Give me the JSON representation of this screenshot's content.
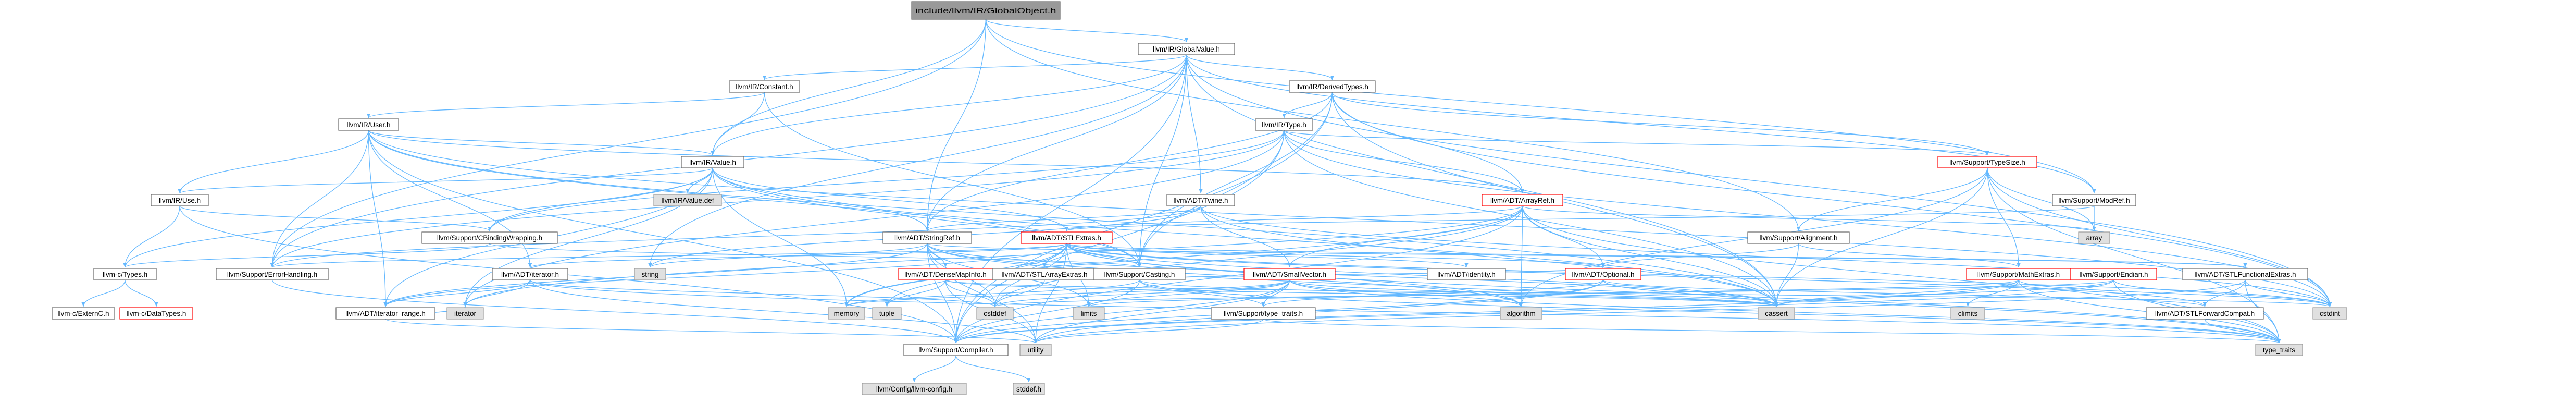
{
  "colors": {
    "edge": "#63b8ff",
    "node_fill": "#ffffff",
    "node_stroke": "#666666",
    "root_fill": "#999999",
    "root_stroke": "#666666",
    "external_fill": "#e0e0e0",
    "external_stroke": "#999999",
    "truncated_stroke": "#ff0000"
  },
  "nodes": [
    {
      "id": "root",
      "label": "include/llvm/IR/GlobalObject.h",
      "kind": "root"
    },
    {
      "id": "globalvalue",
      "label": "llvm/IR/GlobalValue.h",
      "kind": "normal"
    },
    {
      "id": "constant",
      "label": "llvm/IR/Constant.h",
      "kind": "normal"
    },
    {
      "id": "derivedtypes",
      "label": "llvm/IR/DerivedTypes.h",
      "kind": "normal"
    },
    {
      "id": "user",
      "label": "llvm/IR/User.h",
      "kind": "normal"
    },
    {
      "id": "type",
      "label": "llvm/IR/Type.h",
      "kind": "normal"
    },
    {
      "id": "value",
      "label": "llvm/IR/Value.h",
      "kind": "normal"
    },
    {
      "id": "typesize",
      "label": "llvm/Support/TypeSize.h",
      "kind": "truncated"
    },
    {
      "id": "use",
      "label": "llvm/IR/Use.h",
      "kind": "normal"
    },
    {
      "id": "valuedef",
      "label": "llvm/IR/Value.def",
      "kind": "external"
    },
    {
      "id": "twine",
      "label": "llvm/ADT/Twine.h",
      "kind": "normal"
    },
    {
      "id": "arrayref",
      "label": "llvm/ADT/ArrayRef.h",
      "kind": "truncated"
    },
    {
      "id": "modref",
      "label": "llvm/Support/ModRef.h",
      "kind": "normal"
    },
    {
      "id": "cbindingmapping",
      "label": "llvm/Support/CBindingWrapping.h",
      "kind": "normal"
    },
    {
      "id": "stringref",
      "label": "llvm/ADT/StringRef.h",
      "kind": "normal"
    },
    {
      "id": "stlextras",
      "label": "llvm/ADT/STLExtras.h",
      "kind": "truncated"
    },
    {
      "id": "alignment",
      "label": "llvm/Support/Alignment.h",
      "kind": "normal"
    },
    {
      "id": "array",
      "label": "array",
      "kind": "external"
    },
    {
      "id": "ctypes",
      "label": "llvm-c/Types.h",
      "kind": "normal"
    },
    {
      "id": "errorhandling",
      "label": "llvm/Support/ErrorHandling.h",
      "kind": "normal"
    },
    {
      "id": "adtiterator",
      "label": "llvm/ADT/iterator.h",
      "kind": "normal"
    },
    {
      "id": "string",
      "label": "string",
      "kind": "external"
    },
    {
      "id": "densemapinfo",
      "label": "llvm/ADT/DenseMapInfo.h",
      "kind": "truncated"
    },
    {
      "id": "stlarrayextras",
      "label": "llvm/ADT/STLArrayExtras.h",
      "kind": "normal"
    },
    {
      "id": "smallvector",
      "label": "llvm/ADT/SmallVector.h",
      "kind": "truncated"
    },
    {
      "id": "casting",
      "label": "llvm/Support/Casting.h",
      "kind": "normal"
    },
    {
      "id": "adtidentity",
      "label": "llvm/ADT/identity.h",
      "kind": "normal"
    },
    {
      "id": "optional",
      "label": "llvm/ADT/Optional.h",
      "kind": "truncated"
    },
    {
      "id": "mathextras",
      "label": "llvm/Support/MathExtras.h",
      "kind": "truncated"
    },
    {
      "id": "endian",
      "label": "llvm/Support/Endian.h",
      "kind": "truncated"
    },
    {
      "id": "stlfunctionalextras",
      "label": "llvm/ADT/STLFunctionalExtras.h",
      "kind": "normal"
    },
    {
      "id": "externc",
      "label": "llvm-c/ExternC.h",
      "kind": "normal"
    },
    {
      "id": "datatypes",
      "label": "llvm-c/DataTypes.h",
      "kind": "truncated"
    },
    {
      "id": "iteratorrange",
      "label": "llvm/ADT/iterator_range.h",
      "kind": "normal"
    },
    {
      "id": "iterator",
      "label": "iterator",
      "kind": "external"
    },
    {
      "id": "memory",
      "label": "memory",
      "kind": "external"
    },
    {
      "id": "tuple",
      "label": "tuple",
      "kind": "external"
    },
    {
      "id": "cstddef",
      "label": "cstddef",
      "kind": "external"
    },
    {
      "id": "limits",
      "label": "limits",
      "kind": "external"
    },
    {
      "id": "algorithm",
      "label": "algorithm",
      "kind": "external"
    },
    {
      "id": "cassert",
      "label": "cassert",
      "kind": "external"
    },
    {
      "id": "climits",
      "label": "climits",
      "kind": "external"
    },
    {
      "id": "cstdint",
      "label": "cstdint",
      "kind": "external"
    },
    {
      "id": "stlforwardcompat",
      "label": "llvm/ADT/STLForwardCompat.h",
      "kind": "normal"
    },
    {
      "id": "supporttypetraits",
      "label": "llvm/Support/type_traits.h",
      "kind": "normal"
    },
    {
      "id": "compiler",
      "label": "llvm/Support/Compiler.h",
      "kind": "normal"
    },
    {
      "id": "utility",
      "label": "utility",
      "kind": "external"
    },
    {
      "id": "typetraits",
      "label": "type_traits",
      "kind": "external"
    },
    {
      "id": "llvmconfig",
      "label": "llvm/Config/llvm-config.h",
      "kind": "external"
    },
    {
      "id": "stddef",
      "label": "stddef.h",
      "kind": "external"
    }
  ],
  "edges": [
    [
      "root",
      "globalvalue"
    ],
    [
      "root",
      "value"
    ],
    [
      "root",
      "alignment"
    ],
    [
      "root",
      "stringref"
    ],
    [
      "root",
      "errorhandling"
    ],
    [
      "root",
      "modref"
    ],
    [
      "globalvalue",
      "constant"
    ],
    [
      "globalvalue",
      "derivedtypes"
    ],
    [
      "globalvalue",
      "value"
    ],
    [
      "globalvalue",
      "twine"
    ],
    [
      "globalvalue",
      "stringref"
    ],
    [
      "globalvalue",
      "modref"
    ],
    [
      "globalvalue",
      "errorhandling"
    ],
    [
      "globalvalue",
      "casting"
    ],
    [
      "globalvalue",
      "compiler"
    ],
    [
      "globalvalue",
      "cstdint"
    ],
    [
      "globalvalue",
      "cassert"
    ],
    [
      "globalvalue",
      "string"
    ],
    [
      "constant",
      "user"
    ],
    [
      "constant",
      "value"
    ],
    [
      "constant",
      "casting"
    ],
    [
      "derivedtypes",
      "type"
    ],
    [
      "derivedtypes",
      "arrayref"
    ],
    [
      "derivedtypes",
      "stringref"
    ],
    [
      "derivedtypes",
      "casting"
    ],
    [
      "derivedtypes",
      "compiler"
    ],
    [
      "derivedtypes",
      "typesize"
    ],
    [
      "derivedtypes",
      "cassert"
    ],
    [
      "derivedtypes",
      "cstdint"
    ],
    [
      "user",
      "use"
    ],
    [
      "user",
      "value"
    ],
    [
      "user",
      "arrayref"
    ],
    [
      "user",
      "adtiterator"
    ],
    [
      "user",
      "iteratorrange"
    ],
    [
      "user",
      "casting"
    ],
    [
      "user",
      "compiler"
    ],
    [
      "user",
      "errorhandling"
    ],
    [
      "user",
      "cassert"
    ],
    [
      "user",
      "cstdint"
    ],
    [
      "type",
      "arrayref"
    ],
    [
      "type",
      "casting"
    ],
    [
      "type",
      "cbindingmapping"
    ],
    [
      "type",
      "compiler"
    ],
    [
      "type",
      "errorhandling"
    ],
    [
      "type",
      "typesize"
    ],
    [
      "type",
      "cassert"
    ],
    [
      "type",
      "cstdint"
    ],
    [
      "type",
      "iterator"
    ],
    [
      "value",
      "use"
    ],
    [
      "value",
      "valuedef"
    ],
    [
      "value",
      "stringref"
    ],
    [
      "value",
      "stlextras"
    ],
    [
      "value",
      "iteratorrange"
    ],
    [
      "value",
      "casting"
    ],
    [
      "value",
      "cbindingmapping"
    ],
    [
      "value",
      "ctypes"
    ],
    [
      "value",
      "cassert"
    ],
    [
      "value",
      "iterator"
    ],
    [
      "value",
      "memory"
    ],
    [
      "typesize",
      "mathextras"
    ],
    [
      "typesize",
      "alignment"
    ],
    [
      "typesize",
      "cstdint"
    ],
    [
      "typesize",
      "algorithm"
    ],
    [
      "typesize",
      "array"
    ],
    [
      "typesize",
      "cassert"
    ],
    [
      "typesize",
      "typetraits"
    ],
    [
      "use",
      "cbindingmapping"
    ],
    [
      "use",
      "compiler"
    ],
    [
      "use",
      "ctypes"
    ],
    [
      "twine",
      "smallvector"
    ],
    [
      "twine",
      "stringref"
    ],
    [
      "twine",
      "errorhandling"
    ],
    [
      "twine",
      "cassert"
    ],
    [
      "twine",
      "cstdint"
    ],
    [
      "twine",
      "string"
    ],
    [
      "arrayref",
      "stlextras"
    ],
    [
      "arrayref",
      "smallvector"
    ],
    [
      "arrayref",
      "optional"
    ],
    [
      "arrayref",
      "compiler"
    ],
    [
      "arrayref",
      "algorithm"
    ],
    [
      "arrayref",
      "array"
    ],
    [
      "arrayref",
      "cassert"
    ],
    [
      "arrayref",
      "cstddef"
    ],
    [
      "arrayref",
      "iterator"
    ],
    [
      "arrayref",
      "memory"
    ],
    [
      "arrayref",
      "typetraits"
    ],
    [
      "arrayref",
      "vector"
    ],
    [
      "modref",
      "stlextras"
    ],
    [
      "modref",
      "array"
    ],
    [
      "cbindingmapping",
      "ctypes"
    ],
    [
      "cbindingmapping",
      "casting"
    ],
    [
      "stringref",
      "densemapinfo"
    ],
    [
      "stringref",
      "stlfunctionalextras"
    ],
    [
      "stringref",
      "iteratorrange"
    ],
    [
      "stringref",
      "compiler"
    ],
    [
      "stringref",
      "algorithm"
    ],
    [
      "stringref",
      "cassert"
    ],
    [
      "stringref",
      "cstddef"
    ],
    [
      "stringref",
      "cstring"
    ],
    [
      "stringref",
      "limits"
    ],
    [
      "stringref",
      "string"
    ],
    [
      "stringref",
      "typetraits"
    ],
    [
      "stringref",
      "utility"
    ],
    [
      "stlextras",
      "stlarrayextras"
    ],
    [
      "stlextras",
      "stlforwardcompat"
    ],
    [
      "stlextras",
      "stlfunctionalextras"
    ],
    [
      "stlextras",
      "adtidentity"
    ],
    [
      "stlextras",
      "adtiterator"
    ],
    [
      "stlextras",
      "iteratorrange"
    ],
    [
      "stlextras",
      "errorhandling"
    ],
    [
      "stlextras",
      "algorithm"
    ],
    [
      "stlextras",
      "cassert"
    ],
    [
      "stlextras",
      "cstddef"
    ],
    [
      "stlextras",
      "cstdint"
    ],
    [
      "stlextras",
      "limits"
    ],
    [
      "stlextras",
      "memory"
    ],
    [
      "stlextras",
      "tuple"
    ],
    [
      "stlextras",
      "typetraits"
    ],
    [
      "stlextras",
      "utility"
    ],
    [
      "stlextras",
      "casting"
    ],
    [
      "stlextras",
      "optional"
    ],
    [
      "alignment",
      "mathextras"
    ],
    [
      "alignment",
      "cassert"
    ],
    [
      "alignment",
      "optional"
    ],
    [
      "ctypes",
      "datatypes"
    ],
    [
      "ctypes",
      "externc"
    ],
    [
      "errorhandling",
      "compiler"
    ],
    [
      "adtiterator",
      "iteratorrange"
    ],
    [
      "adtiterator",
      "cstddef"
    ],
    [
      "adtiterator",
      "iterator"
    ],
    [
      "adtiterator",
      "typetraits"
    ],
    [
      "adtiterator",
      "utility"
    ],
    [
      "densemapinfo",
      "cassert"
    ],
    [
      "densemapinfo",
      "cstddef"
    ],
    [
      "densemapinfo",
      "cstdint"
    ],
    [
      "densemapinfo",
      "tuple"
    ],
    [
      "densemapinfo",
      "utility"
    ],
    [
      "stlarrayextras",
      "cstddef"
    ],
    [
      "smallvector",
      "compiler"
    ],
    [
      "smallvector",
      "supporttypetraits"
    ],
    [
      "smallvector",
      "algorithm"
    ],
    [
      "smallvector",
      "cassert"
    ],
    [
      "smallvector",
      "cstddef"
    ],
    [
      "smallvector",
      "cstdlib"
    ],
    [
      "smallvector",
      "cstring"
    ],
    [
      "smallvector",
      "memory"
    ],
    [
      "smallvector",
      "typetraits"
    ],
    [
      "smallvector",
      "utility"
    ],
    [
      "smallvector",
      "limits"
    ],
    [
      "casting",
      "supporttypetraits"
    ],
    [
      "casting",
      "compiler"
    ],
    [
      "casting",
      "cassert"
    ],
    [
      "casting",
      "memory"
    ],
    [
      "casting",
      "typetraits"
    ],
    [
      "casting",
      "optional"
    ],
    [
      "optional",
      "compiler"
    ],
    [
      "optional",
      "supporttypetraits"
    ],
    [
      "optional",
      "cassert"
    ],
    [
      "optional",
      "utility"
    ],
    [
      "optional",
      "stlforwardcompat"
    ],
    [
      "mathextras",
      "compiler"
    ],
    [
      "mathextras",
      "cassert"
    ],
    [
      "mathextras",
      "climits"
    ],
    [
      "mathextras",
      "cstdint"
    ],
    [
      "mathextras",
      "cstring"
    ],
    [
      "mathextras",
      "limits"
    ],
    [
      "mathextras",
      "typetraits"
    ],
    [
      "endian",
      "compiler"
    ],
    [
      "endian",
      "cassert"
    ],
    [
      "endian",
      "cstddef"
    ],
    [
      "endian",
      "cstdint"
    ],
    [
      "endian",
      "cstring"
    ],
    [
      "endian",
      "typetraits"
    ],
    [
      "stlfunctionalextras",
      "stlforwardcompat"
    ],
    [
      "stlfunctionalextras",
      "cstdint"
    ],
    [
      "stlfunctionalextras",
      "typetraits"
    ],
    [
      "stlfunctionalextras",
      "utility"
    ],
    [
      "iteratorrange",
      "iterator"
    ],
    [
      "iteratorrange",
      "utility"
    ],
    [
      "stlforwardcompat",
      "typetraits"
    ],
    [
      "supporttypetraits",
      "utility"
    ],
    [
      "supporttypetraits",
      "typetraits"
    ],
    [
      "compiler",
      "llvmconfig"
    ],
    [
      "compiler",
      "stddef"
    ]
  ]
}
